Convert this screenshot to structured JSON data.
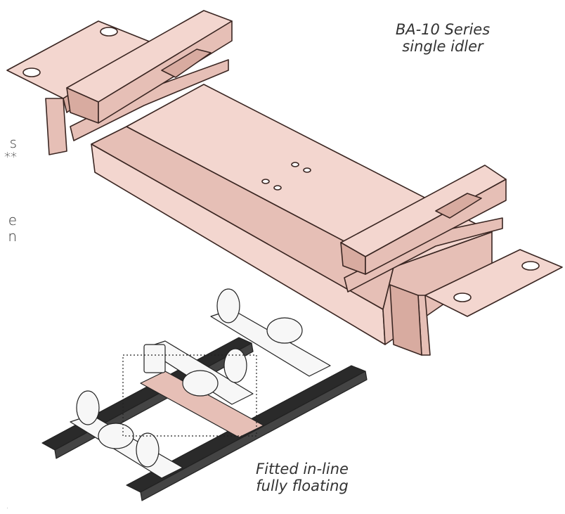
{
  "captions": {
    "main_line1": "BA-10 Series",
    "main_line2": "single idler",
    "fitted_line1": "Fitted in-line",
    "fitted_line2": "fully floating"
  },
  "clipped_text": {
    "line1": "s",
    "line2": "**",
    "line3": "e",
    "line4": "n",
    "line5": "."
  },
  "colors": {
    "frame_fill": "#f3d6cf",
    "frame_shade": "#e6bfb6",
    "frame_dark": "#d8aba0",
    "outline": "#3a2622",
    "rail": "#2a2a2a",
    "idler_white": "#f7f7f7"
  }
}
